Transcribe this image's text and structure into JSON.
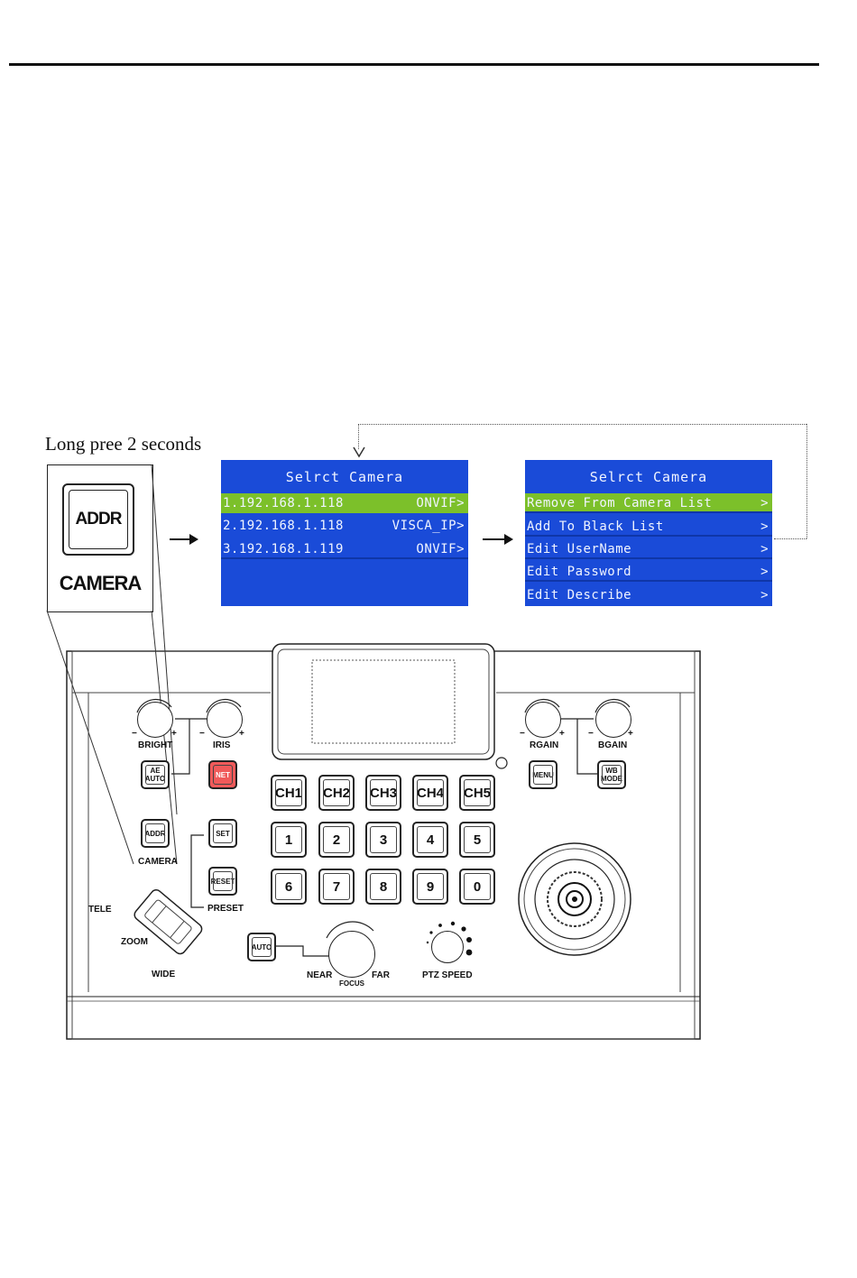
{
  "caption": "Long pree 2 seconds",
  "zoom_key": {
    "key_label": "ADDR",
    "under_label": "CAMERA"
  },
  "colors": {
    "lcd_blue": "#1a4bd8",
    "lcd_highlight": "#7cc02a",
    "net_red": "#f05a5a"
  },
  "screen1": {
    "title": "Selrct Camera",
    "rows": [
      {
        "left": "1.192.168.1.118",
        "right": "ONVIF>",
        "selected": true
      },
      {
        "left": "2.192.168.1.118",
        "right": "VISCA_IP>",
        "selected": false
      },
      {
        "left": "3.192.168.1.119",
        "right": "ONVIF>",
        "selected": false
      }
    ]
  },
  "screen2": {
    "title": "Selrct Camera",
    "rows": [
      {
        "left": "Remove From Camera List",
        "right": ">",
        "selected": true
      },
      {
        "left": "Add To Black List",
        "right": ">",
        "selected": false
      },
      {
        "left": "Edit UserName",
        "right": ">",
        "selected": false
      },
      {
        "left": "Edit Password",
        "right": ">",
        "selected": false
      },
      {
        "left": "Edit Describe",
        "right": ">",
        "selected": false
      }
    ]
  },
  "panel": {
    "knobs": {
      "bright": "BRIGHT",
      "iris": "IRIS",
      "rgain": "RGAIN",
      "bgain": "BGAIN",
      "minus": "−",
      "plus": "+"
    },
    "keys": {
      "ae_auto": "AE\nAUTO",
      "net": "NET",
      "menu": "MENU",
      "wb_mode": "WB\nMODE",
      "addr": "ADDR",
      "set": "SET",
      "reset": "RESET",
      "auto": "AUTO"
    },
    "labels": {
      "camera": "CAMERA",
      "preset": "PRESET",
      "tele": "TELE",
      "zoom": "ZOOM",
      "wide": "WIDE",
      "near": "NEAR",
      "focus": "FOCUS",
      "far": "FAR",
      "ptz_speed": "PTZ SPEED"
    },
    "channels": [
      "CH1",
      "CH2",
      "CH3",
      "CH4",
      "CH5"
    ],
    "digits_row1": [
      "1",
      "2",
      "3",
      "4",
      "5"
    ],
    "digits_row2": [
      "6",
      "7",
      "8",
      "9",
      "0"
    ]
  }
}
